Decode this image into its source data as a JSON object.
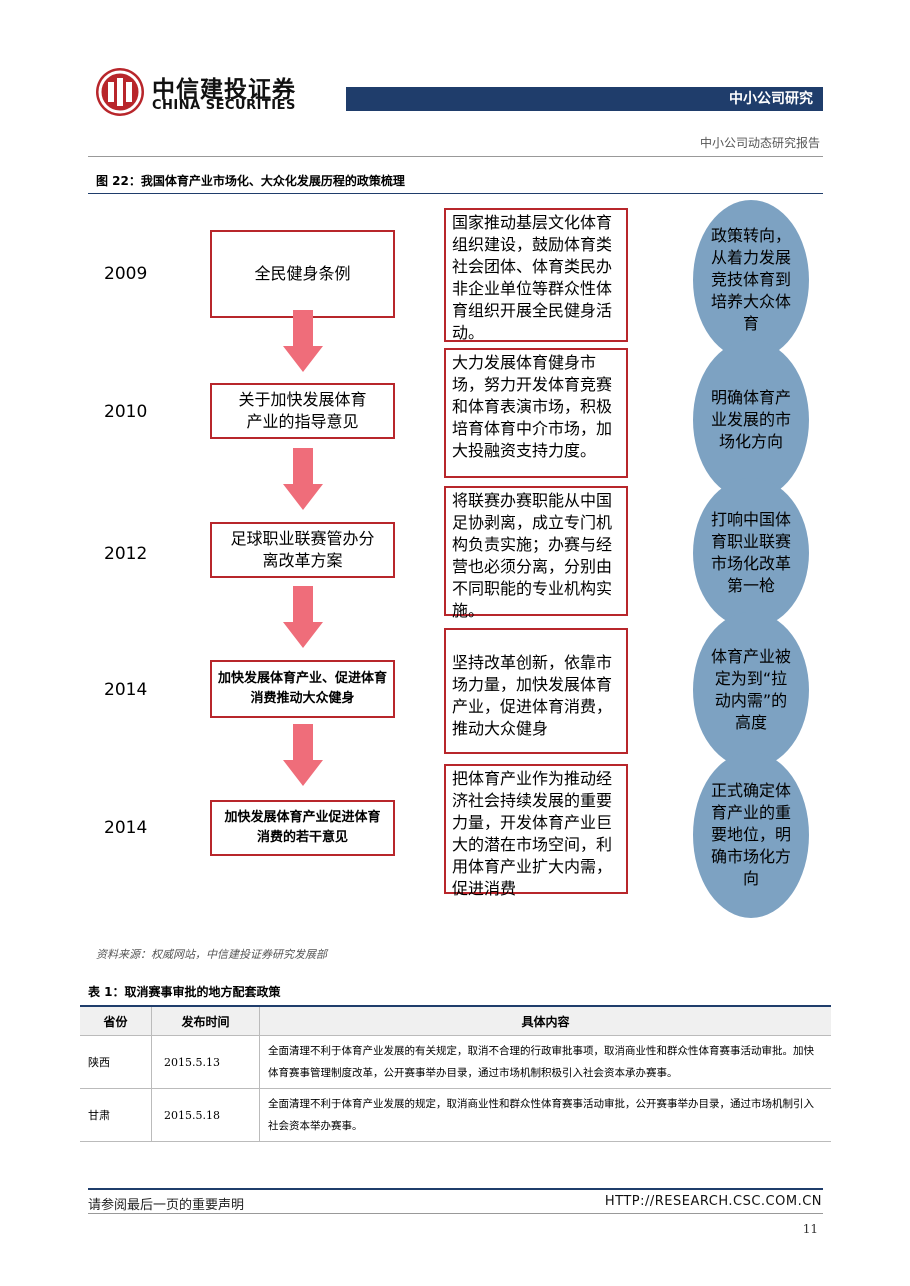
{
  "header": {
    "logo_cn": "中信建投证券",
    "logo_en": "CHINA SECURITIES",
    "banner": "中小公司研究",
    "report_type": "中小公司动态研究报告"
  },
  "figure": {
    "title": "图 22：我国体育产业市场化、大众化发展历程的政策梳理",
    "steps": [
      {
        "year": "2009",
        "policy": "全民健身条例",
        "description": "国家推动基层文化体育组织建设，鼓励体育类社会团体、体育类民办非企业单位等群众性体育组织开展全民健身活动。",
        "significance": "政策转向，从着力发展竞技体育到培养大众体育"
      },
      {
        "year": "2010",
        "policy": "关于加快发展体育产业的指导意见",
        "description": "大力发展体育健身市场，努力开发体育竞赛和体育表演市场，积极培育体育中介市场，加大投融资支持力度。",
        "significance": "明确体育产业发展的市场化方向"
      },
      {
        "year": "2012",
        "policy": "足球职业联赛管办分离改革方案",
        "description": "将联赛办赛职能从中国足协剥离，成立专门机构负责实施；办赛与经营也必须分离，分别由不同职能的专业机构实施。",
        "significance": "打响中国体育职业联赛市场化改革第一枪"
      },
      {
        "year": "2014",
        "policy": "加快发展体育产业、促进体育消费推动大众健身",
        "description": "坚持改革创新，依靠市场力量，加快发展体育产业，促进体育消费，推动大众健身",
        "significance": "体育产业被定为到“拉动内需”的高度"
      },
      {
        "year": "2014",
        "policy": "加快发展体育产业促进体育消费的若干意见",
        "description": "把体育产业作为推动经济社会持续发展的重要力量，开发体育产业巨大的潜在市场空间，利用体育产业扩大内需，促进消费",
        "significance": "正式确定体育产业的重要地位，明确市场化方向"
      }
    ],
    "source": "资料来源：权威网站，中信建投证券研究发展部"
  },
  "table": {
    "title": "表 1：取消赛事审批的地方配套政策",
    "headers": [
      "省份",
      "发布时间",
      "具体内容"
    ],
    "rows": [
      {
        "province": "陕西",
        "date": "2015.5.13",
        "content": "全面清理不利于体育产业发展的有关规定，取消不合理的行政审批事项，取消商业性和群众性体育赛事活动审批。加快体育赛事管理制度改革，公开赛事举办目录，通过市场机制积极引入社会资本承办赛事。"
      },
      {
        "province": "甘肃",
        "date": "2015.5.18",
        "content": "全面清理不利于体育产业发展的规定，取消商业性和群众性体育赛事活动审批，公开赛事举办目录，通过市场机制引入社会资本举办赛事。"
      }
    ]
  },
  "footer": {
    "disclaimer": "请参阅最后一页的重要声明",
    "url": "HTTP://RESEARCH.CSC.COM.CN",
    "page": "11"
  },
  "colors": {
    "brand_red": "#b8262b",
    "navy": "#1f3d6b",
    "oval_blue": "#7da2c2",
    "arrow_pink": "#ef6d7a"
  }
}
